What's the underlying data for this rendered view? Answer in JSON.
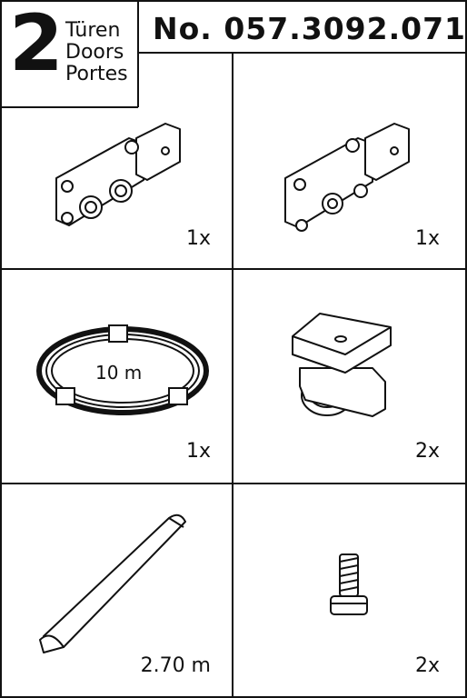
{
  "header": {
    "door_count": "2",
    "languages": [
      "Türen",
      "Doors",
      "Portes"
    ],
    "article_number": "No. 057.3092.071"
  },
  "parts": [
    {
      "name": "mounting-plate-left",
      "quantity": "1x"
    },
    {
      "name": "mounting-plate-right",
      "quantity": "1x"
    },
    {
      "name": "cable-coil",
      "quantity": "1x",
      "label": "10 m"
    },
    {
      "name": "roller-guide",
      "quantity": "2x"
    },
    {
      "name": "profile-strip",
      "quantity": "2.70 m"
    },
    {
      "name": "screw",
      "quantity": "2x"
    }
  ]
}
